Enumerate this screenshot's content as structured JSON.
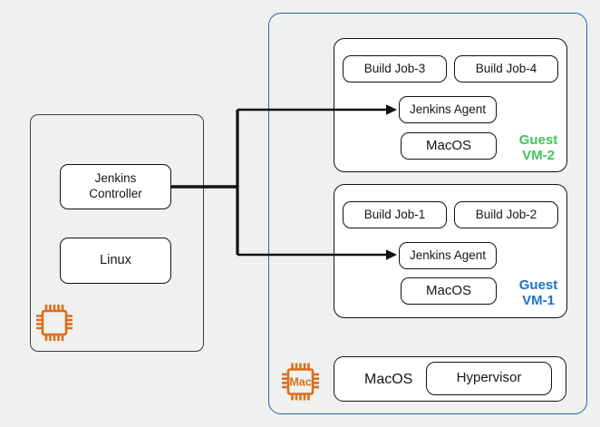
{
  "diagram": {
    "controller_host": {
      "controller_label": "Jenkins\nController",
      "os_label": "Linux"
    },
    "guest_vm_2": {
      "jobs": [
        "Build Job-3",
        "Build Job-4"
      ],
      "agent_label": "Jenkins Agent",
      "os_label": "MacOS",
      "caption": "Guest\nVM-2",
      "caption_color": "#40C45C"
    },
    "guest_vm_1": {
      "jobs": [
        "Build Job-1",
        "Build Job-2"
      ],
      "agent_label": "Jenkins Agent",
      "os_label": "MacOS",
      "caption": "Guest\nVM-1",
      "caption_color": "#1A73C8"
    },
    "mac_host": {
      "os_label": "MacOS",
      "hypervisor_label": "Hypervisor",
      "chip_label": "Mac"
    },
    "colors": {
      "background": "#EFF1EF",
      "host_border_blue": "#2367AE",
      "chip_orange": "#DD6E1A",
      "node_border": "#111111",
      "arrow": "#111111"
    }
  }
}
